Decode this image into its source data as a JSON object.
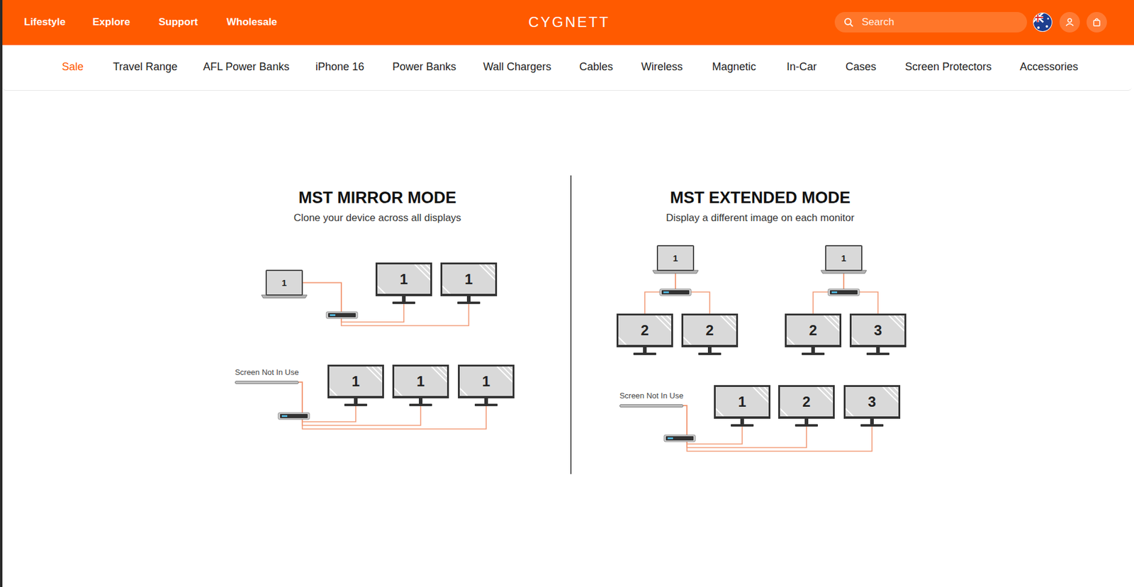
{
  "diagram": {
    "nodes": [
      {
        "text": [
          "Search"
        ]
      },
      {
        "text": [
          "1"
        ]
      },
      {
        "text": [
          "1"
        ]
      },
      {
        "text": [
          "1"
        ]
      },
      {
        "text": [
          "Screen Not In Use"
        ]
      },
      {
        "text": [
          "1"
        ]
      },
      {
        "text": [
          "1"
        ]
      },
      {
        "text": [
          "1"
        ]
      },
      {
        "text": [
          "1"
        ]
      },
      {
        "text": [
          "2"
        ]
      },
      {
        "text": [
          "2"
        ]
      },
      {
        "text": [
          "1"
        ]
      },
      {
        "text": [
          "2"
        ]
      },
      {
        "text": [
          "3"
        ]
      },
      {
        "text": [
          "Screen Not In Use"
        ]
      },
      {
        "text": [
          "1"
        ]
      },
      {
        "text": [
          "2"
        ]
      },
      {
        "text": [
          "3"
        ]
      }
    ],
    "edges": [
      {
        "from": 1,
        "to": 2,
        "arrow": "none"
      },
      {
        "from": 1,
        "to": 3,
        "arrow": "none"
      },
      {
        "from": 4,
        "to": 5,
        "arrow": "none"
      },
      {
        "from": 4,
        "to": 6,
        "arrow": "none"
      },
      {
        "from": 4,
        "to": 7,
        "arrow": "none"
      },
      {
        "from": 8,
        "to": 9,
        "arrow": "none"
      },
      {
        "from": 8,
        "to": 10,
        "arrow": "none"
      },
      {
        "from": 11,
        "to": 12,
        "arrow": "none"
      },
      {
        "from": 11,
        "to": 13,
        "arrow": "none"
      },
      {
        "from": 14,
        "to": 15,
        "arrow": "none"
      },
      {
        "from": 14,
        "to": 16,
        "arrow": "none"
      },
      {
        "from": 14,
        "to": 17,
        "arrow": "none"
      }
    ],
    "labels": [
      "Lifestyle",
      "Explore",
      "Support",
      "Wholesale",
      "CYGNETT",
      "Sale",
      "Travel Range",
      "AFL Power Banks",
      "iPhone 16",
      "Power Banks",
      "Wall Chargers",
      "Cables",
      "Wireless",
      "Magnetic",
      "In-Car",
      "Cases",
      "Screen Protectors",
      "Accessories",
      "MST MIRROR MODE",
      "Clone your device across all displays",
      "MST EXTENDED MODE",
      "Display a different image on each monitor"
    ]
  }
}
